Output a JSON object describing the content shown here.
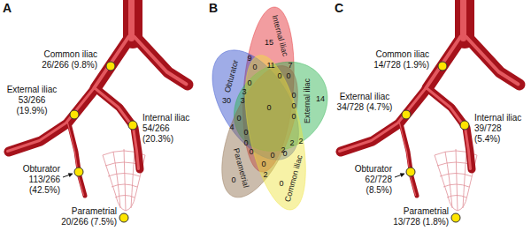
{
  "diagram": {
    "nodes": [
      {
        "text": [
          "Internal iliac"
        ]
      },
      {
        "text": [
          "Obturator"
        ]
      },
      {
        "text": [
          "External iliac"
        ]
      },
      {
        "text": [
          "Parametrial"
        ]
      },
      {
        "text": [
          "Common iliac"
        ]
      }
    ],
    "labels": [
      "A",
      "Common iliac 26/266 (9.8%)",
      "External iliac 53/266 (19.9%)",
      "Internal iliac 54/266 (20.3%)",
      "Obturator 113/266 (42.5%)",
      "Parametrial 20/266 (7.5%)",
      "B",
      "15",
      "30",
      "14",
      "0",
      "0",
      "9",
      "7",
      "0",
      "1",
      "3",
      "4",
      "0",
      "0",
      "2",
      "2",
      "3",
      "0",
      "0",
      "0",
      "1",
      "0",
      "0",
      "2",
      "2",
      "0",
      "0",
      "0",
      "0",
      "0",
      "0",
      "0",
      "C",
      "Common iliac 14/728 (1.9%)",
      "External iliac 34/728 (4.7%)",
      "Internal iliac 39/728 (5.4%)",
      "Obturator 62/728 (8.5%)",
      "Parametrial 13/728 (1.8%)"
    ]
  }
}
